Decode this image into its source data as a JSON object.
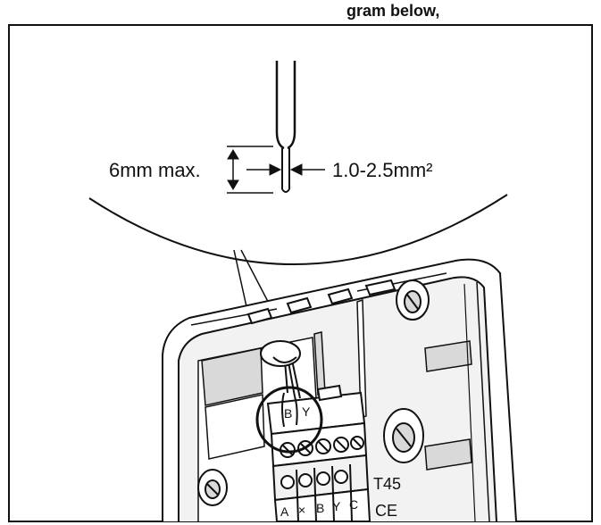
{
  "header_text_fragment": "gram below,",
  "callout": {
    "strip_length": "6mm max.",
    "wire_size": "1.0-2.5mm²"
  },
  "terminal_labels_front": [
    "A",
    "×",
    "B",
    "Y",
    "C"
  ],
  "terminal_labels_top": [
    "B",
    "Y"
  ],
  "model_label": "T45",
  "ce_mark": "CE",
  "colors": {
    "ink": "#111111",
    "background": "#ffffff",
    "fill_light": "#f2f2f2",
    "fill_shade": "#d9d9d9"
  }
}
